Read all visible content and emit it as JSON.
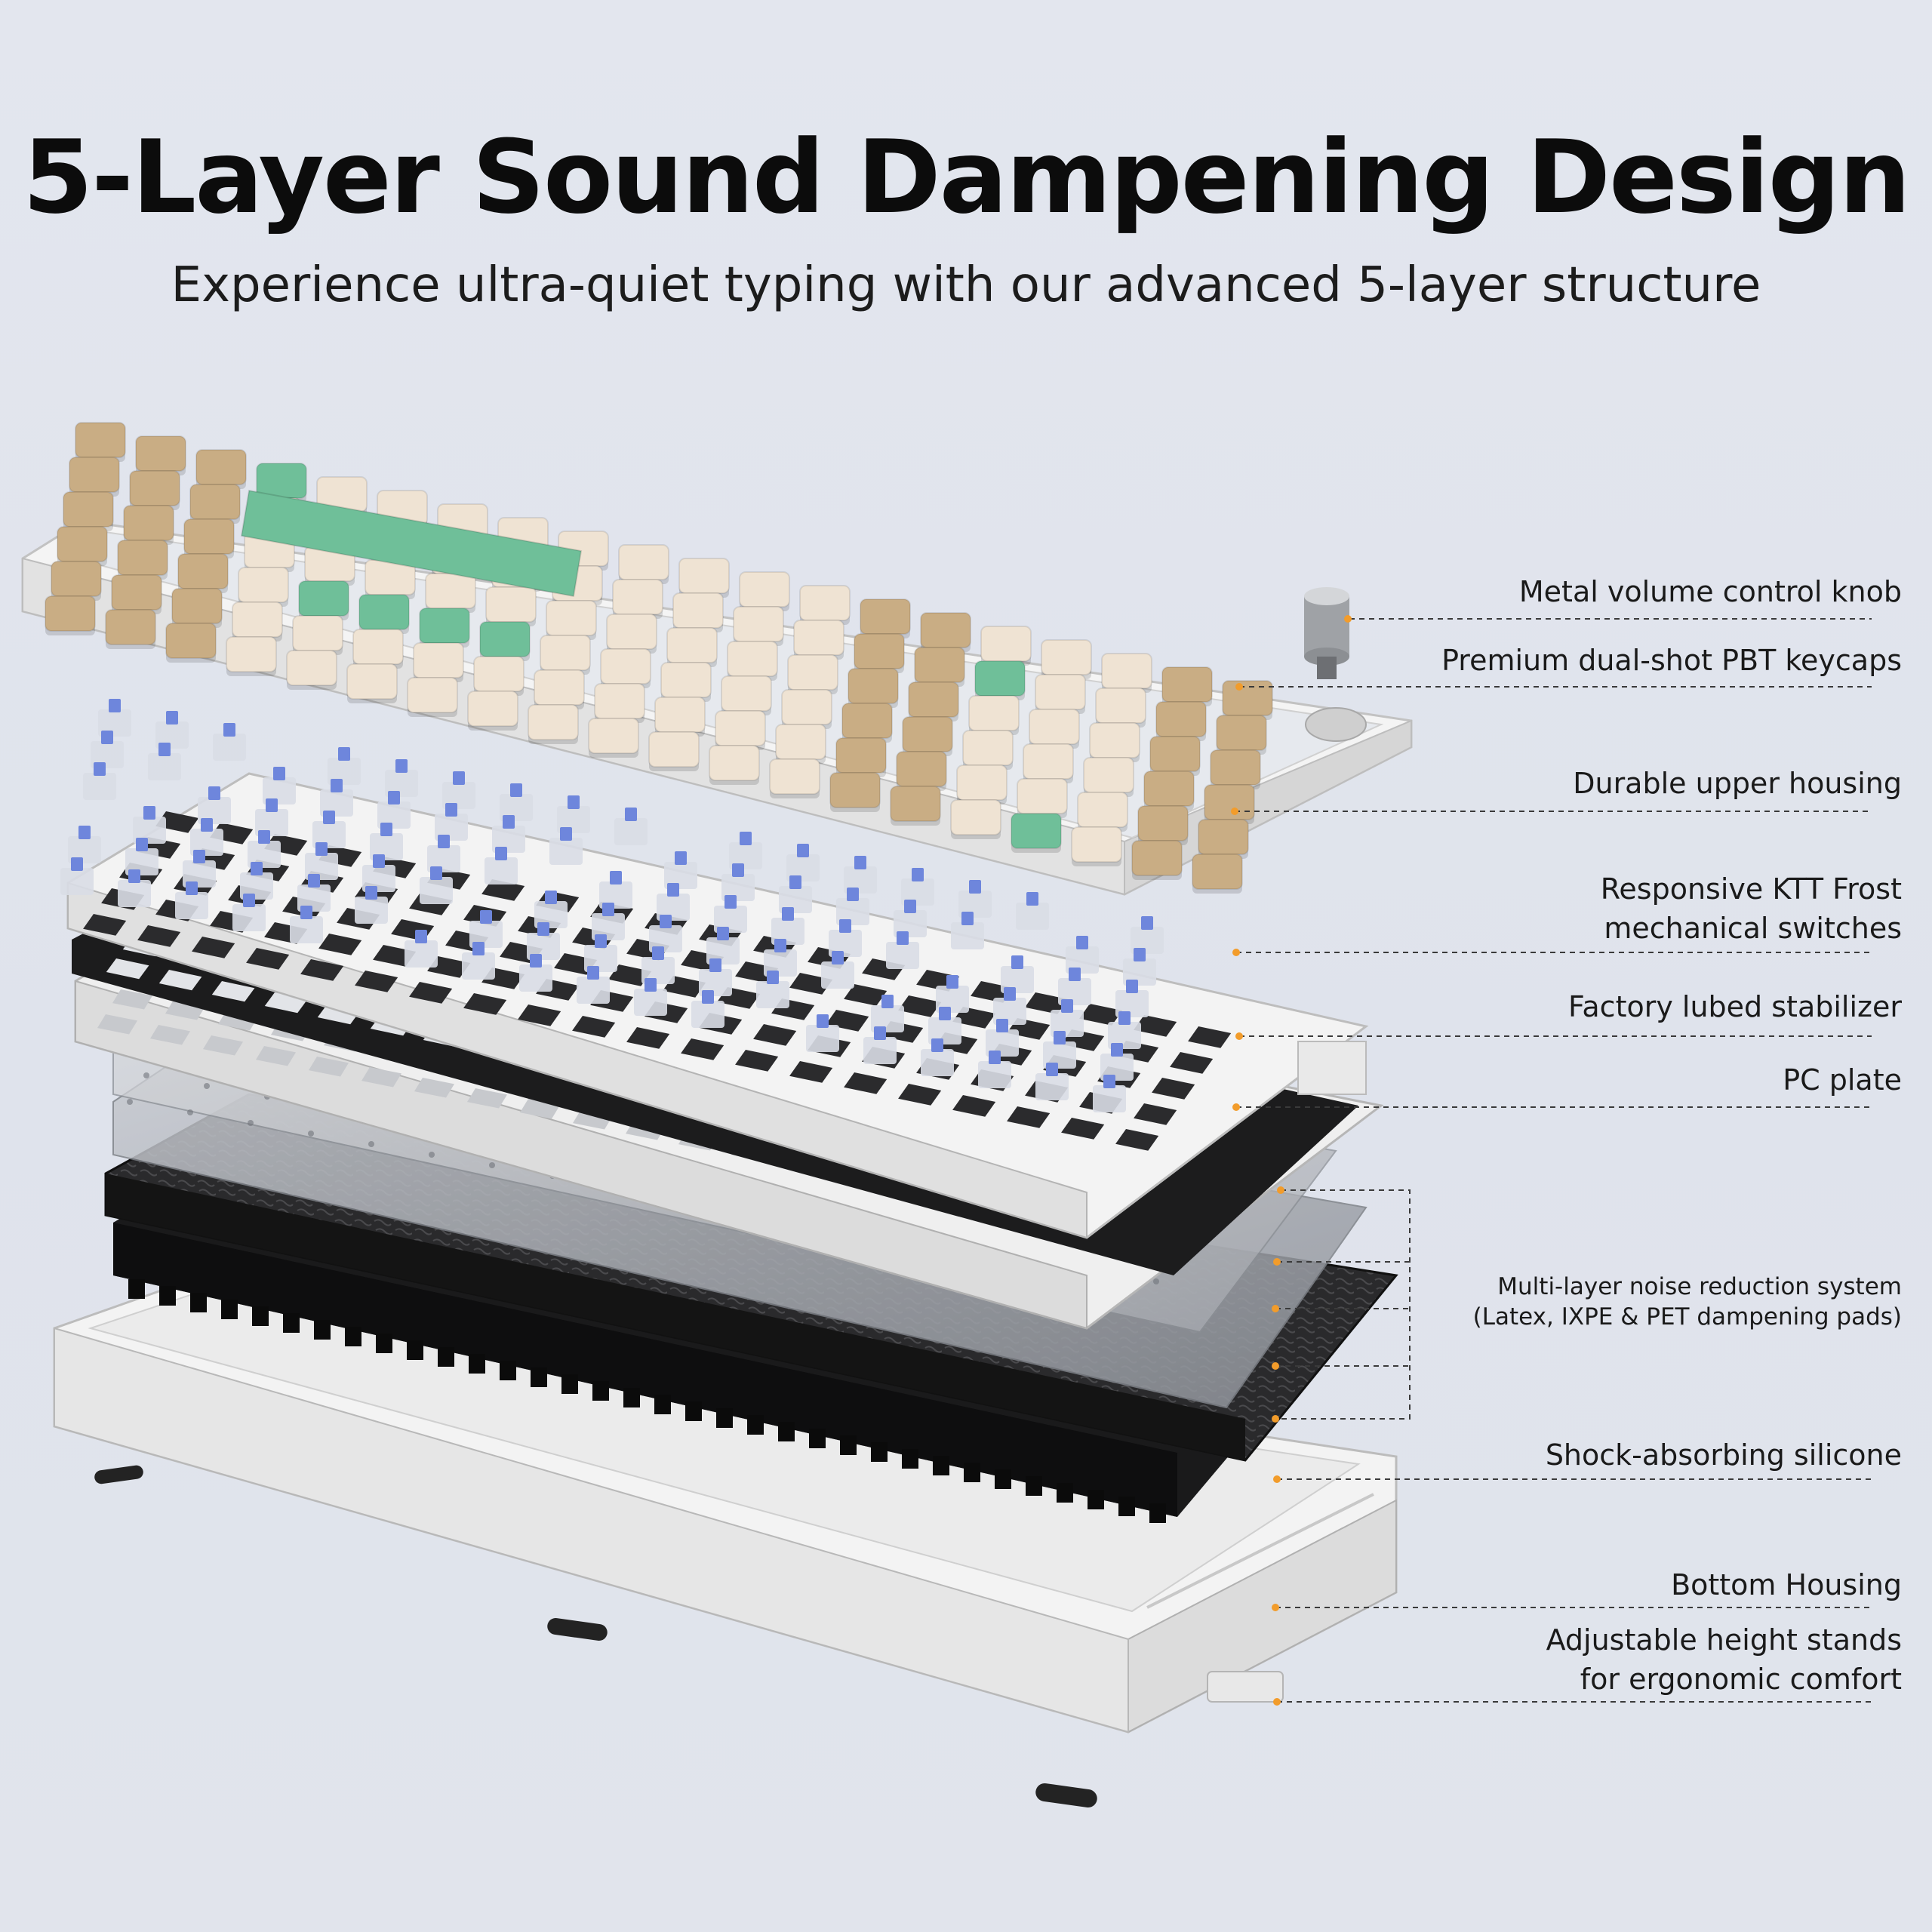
{
  "header": {
    "title": "5-Layer Sound Dampening Design",
    "subtitle": "Experience ultra-quiet typing with our advanced 5-layer structure"
  },
  "colors": {
    "accent_dot": "#f29c2b",
    "leader_line": "#3a3a3a",
    "keycap_cream": "#efe3d3",
    "keycap_tan": "#c9ad84",
    "keycap_mint": "#6fbf99",
    "switch_blue": "#6e86dc",
    "housing_white": "#f2f2f2",
    "plate_white": "#eeeeee",
    "foam_black": "#1e1e1e"
  },
  "callouts": {
    "knob": "Metal volume control knob",
    "keycaps": "Premium dual-shot PBT keycaps",
    "upper_housing": "Durable upper housing",
    "switches_line1": "Responsive KTT Frost",
    "switches_line2": "mechanical switches",
    "stabilizer": "Factory lubed stabilizer",
    "pc_plate": "PC plate",
    "noise_line1": "Multi-layer noise reduction system",
    "noise_line2": "(Latex, IXPE & PET dampening pads)",
    "silicone": "Shock-absorbing silicone",
    "bottom_housing": "Bottom Housing",
    "stands_line1": "Adjustable height stands",
    "stands_line2": "for ergonomic comfort"
  }
}
